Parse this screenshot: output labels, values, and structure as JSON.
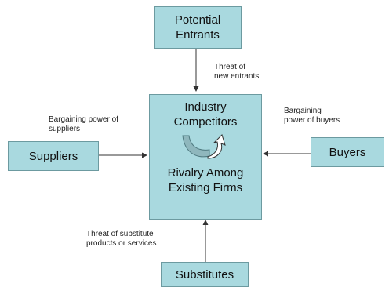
{
  "nodes": {
    "potential_entrants": {
      "line1": "Potential",
      "line2": "Entrants"
    },
    "suppliers": {
      "label": "Suppliers"
    },
    "buyers": {
      "label": "Buyers"
    },
    "substitutes": {
      "label": "Substitutes"
    },
    "center": {
      "top_line1": "Industry",
      "top_line2": "Competitors",
      "bottom_line1": "Rivalry Among",
      "bottom_line2": "Existing Firms"
    }
  },
  "edges": {
    "entrants": {
      "line1": "Threat of",
      "line2": "new entrants"
    },
    "suppliers": {
      "line1": "Bargaining power of",
      "line2": "suppliers"
    },
    "buyers": {
      "line1": "Bargaining",
      "line2": "power of buyers"
    },
    "substitutes": {
      "line1": "Threat of substitute",
      "line2": "products or services"
    }
  },
  "colors": {
    "box_fill": "#a9d9df",
    "box_border": "#6c9aa0",
    "arrow": "#333333",
    "cycle_arrow_fill": "#8fb7bd"
  }
}
